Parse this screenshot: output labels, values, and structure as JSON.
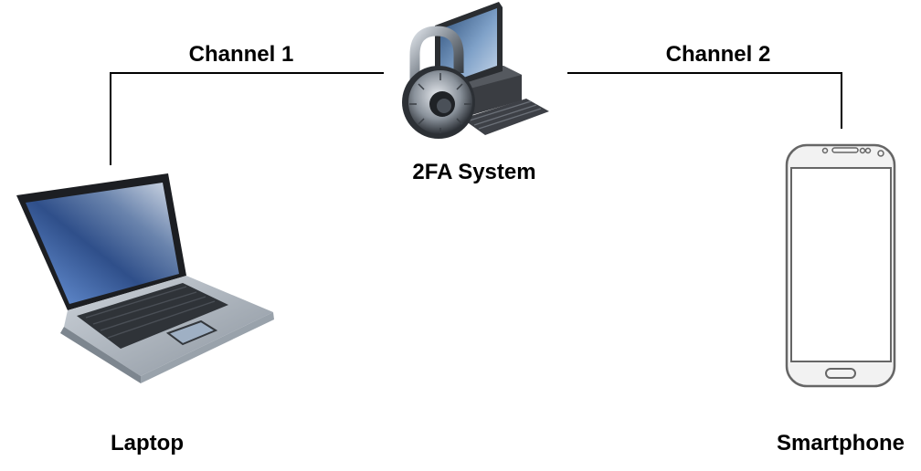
{
  "diagram": {
    "nodes": {
      "server": {
        "label": "2FA System",
        "icon": "locked-computer-icon"
      },
      "laptop": {
        "label": "Laptop",
        "icon": "laptop-icon"
      },
      "phone": {
        "label": "Smartphone",
        "icon": "smartphone-icon"
      }
    },
    "edges": [
      {
        "label": "Channel 1",
        "from": "laptop",
        "to": "server"
      },
      {
        "label": "Channel 2",
        "from": "server",
        "to": "phone"
      }
    ],
    "colors": {
      "line": "#000000",
      "text": "#000000",
      "phone_outline": "#666666",
      "phone_fill": "#f2f2f2"
    }
  }
}
